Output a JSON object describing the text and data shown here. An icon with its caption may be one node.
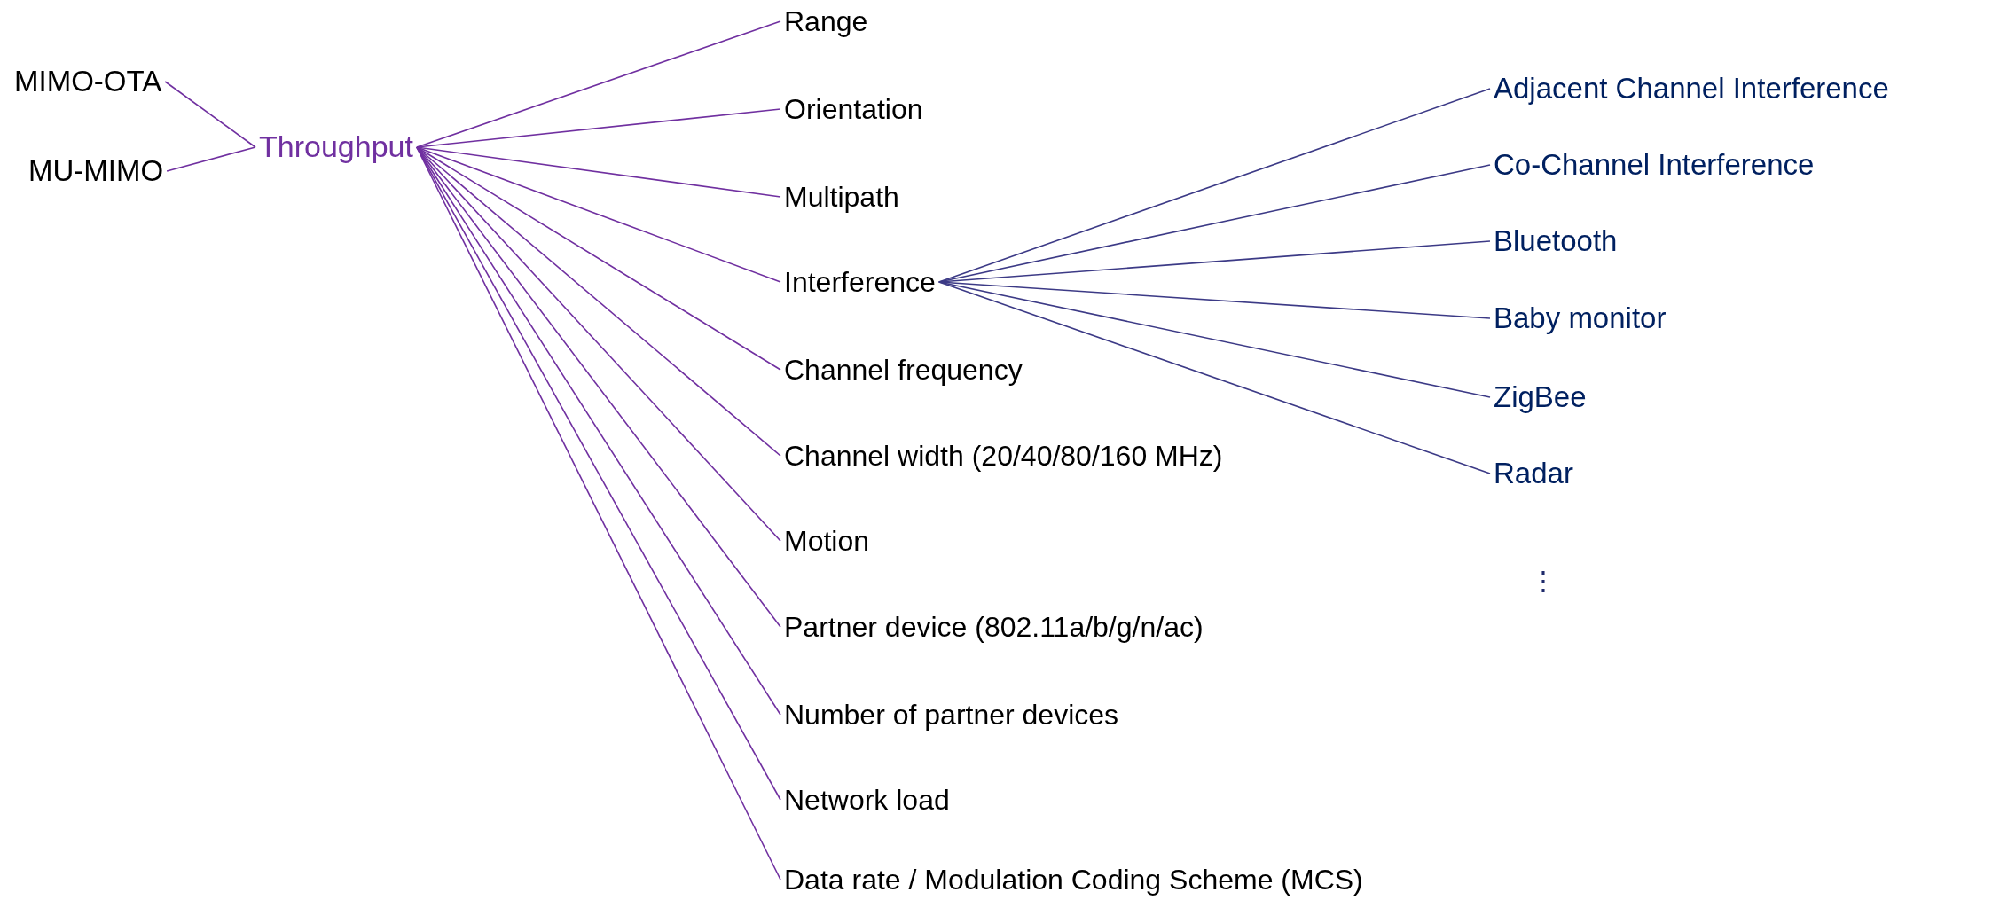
{
  "diagram": {
    "nodes": [
      {
        "text": [
          "MIMO-OTA"
        ]
      },
      {
        "text": [
          "MU-MIMO"
        ]
      },
      {
        "text": [
          "Throughput"
        ]
      },
      {
        "text": [
          "Range"
        ]
      },
      {
        "text": [
          "Orientation"
        ]
      },
      {
        "text": [
          "Multipath"
        ]
      },
      {
        "text": [
          "Interference"
        ]
      },
      {
        "text": [
          "Channel frequency"
        ]
      },
      {
        "text": [
          "Channel width (20/40/80/160 MHz)"
        ]
      },
      {
        "text": [
          "Motion"
        ]
      },
      {
        "text": [
          "Partner device (802.11a/b/g/n/ac)"
        ]
      },
      {
        "text": [
          "Number of partner devices"
        ]
      },
      {
        "text": [
          "Network load"
        ]
      },
      {
        "text": [
          "Data rate / Modulation Coding Scheme (MCS)"
        ]
      },
      {
        "text": [
          "Adjacent Channel Interference"
        ]
      },
      {
        "text": [
          "Co-Channel Interference"
        ]
      },
      {
        "text": [
          "Bluetooth"
        ]
      },
      {
        "text": [
          "Baby monitor"
        ]
      },
      {
        "text": [
          "ZigBee"
        ]
      },
      {
        "text": [
          "Radar"
        ]
      }
    ],
    "edges": [
      {
        "from": 0,
        "to": 2,
        "arrow": "none"
      },
      {
        "from": 1,
        "to": 2,
        "arrow": "none"
      },
      {
        "from": 2,
        "to": 3,
        "arrow": "none"
      },
      {
        "from": 2,
        "to": 4,
        "arrow": "none"
      },
      {
        "from": 2,
        "to": 5,
        "arrow": "none"
      },
      {
        "from": 2,
        "to": 6,
        "arrow": "none"
      },
      {
        "from": 2,
        "to": 7,
        "arrow": "none"
      },
      {
        "from": 2,
        "to": 8,
        "arrow": "none"
      },
      {
        "from": 2,
        "to": 9,
        "arrow": "none"
      },
      {
        "from": 2,
        "to": 10,
        "arrow": "none"
      },
      {
        "from": 2,
        "to": 11,
        "arrow": "none"
      },
      {
        "from": 2,
        "to": 12,
        "arrow": "none"
      },
      {
        "from": 2,
        "to": 13,
        "arrow": "none"
      },
      {
        "from": 6,
        "to": 14,
        "arrow": "none",
        "color": "#3c3a86"
      },
      {
        "from": 6,
        "to": 15,
        "arrow": "none",
        "color": "#3c3a86"
      },
      {
        "from": 6,
        "to": 16,
        "arrow": "none",
        "color": "#3c3a86"
      },
      {
        "from": 6,
        "to": 17,
        "arrow": "none",
        "color": "#3c3a86"
      },
      {
        "from": 6,
        "to": 18,
        "arrow": "none",
        "color": "#3c3a86"
      },
      {
        "from": 6,
        "to": 19,
        "arrow": "none",
        "color": "#3c3a86"
      }
    ],
    "labels": [
      "⋮"
    ]
  }
}
